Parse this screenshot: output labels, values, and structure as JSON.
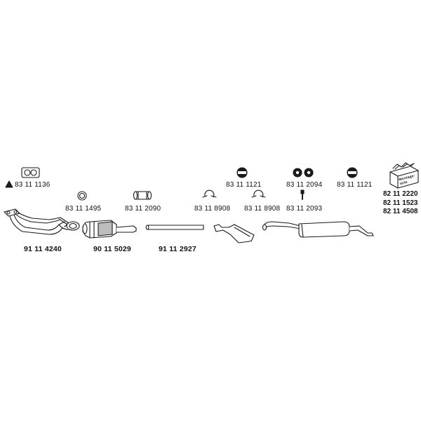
{
  "parts": {
    "gasket_front": {
      "number": "83 11 1136"
    },
    "ring_small": {
      "number": "83 11 1495"
    },
    "clamp_sleeve": {
      "number": "83 11 2090"
    },
    "hanger_1": {
      "number": "83 11 1121"
    },
    "clamp_2": {
      "number": "83 11 8908"
    },
    "clamp_3": {
      "number": "83 11 8908"
    },
    "hanger_pair": {
      "number": "83 11 2094"
    },
    "bolt": {
      "number": "83 11 2093"
    },
    "hanger_2": {
      "number": "83 11 1121"
    },
    "front_pipe": {
      "number": "91 11 4240"
    },
    "catalyst": {
      "number": "90 11 5029"
    },
    "mid_pipe": {
      "number": "91 11 2927"
    }
  },
  "kit": {
    "box_text": "Montage-teile",
    "numbers": [
      "82 11 2220",
      "82 11 1523",
      "82 11 4508"
    ]
  },
  "colors": {
    "line": "#1a1a1a",
    "fill": "#ffffff",
    "shade": "#bdbdbd"
  }
}
